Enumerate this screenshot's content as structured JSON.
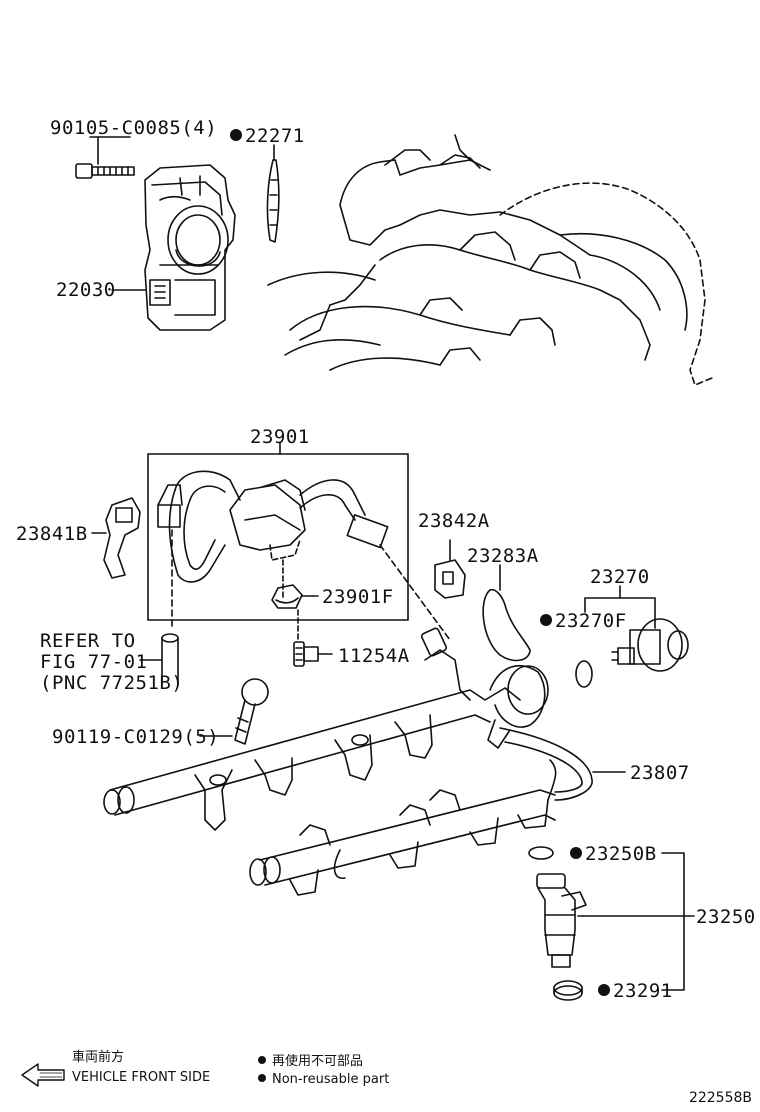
{
  "labels": {
    "bolt_throttle": "90105-C0085(4)",
    "gasket": "22271",
    "throttle_body": "22030",
    "hose_assembly": "23901",
    "bracket_left": "23841B",
    "clamp": "23842A",
    "clip_wire": "23283A",
    "pressure_regulator": "23270",
    "regulator_oring": "23270F",
    "hose_union": "23901F",
    "hose_bolt": "11254A",
    "refer_line1": "REFER TO",
    "refer_line2": "FIG 77-01",
    "refer_line3": "(PNC 77251B)",
    "rail_bolt": "90119-C0129(5)",
    "fuel_pipe": "23807",
    "insulator": "23250B",
    "injector": "23250",
    "injector_seal": "23291"
  },
  "legend": {
    "front_jp": "車両前方",
    "front_en": "VEHICLE FRONT SIDE",
    "nonreuse_jp": "再使用不可部品",
    "nonreuse_en": "Non-reusable part"
  },
  "figure_number": "222558B",
  "icons": {
    "front_arrow": "arrow-left-icon",
    "nonreuse_marker": "black-dot-icon"
  }
}
